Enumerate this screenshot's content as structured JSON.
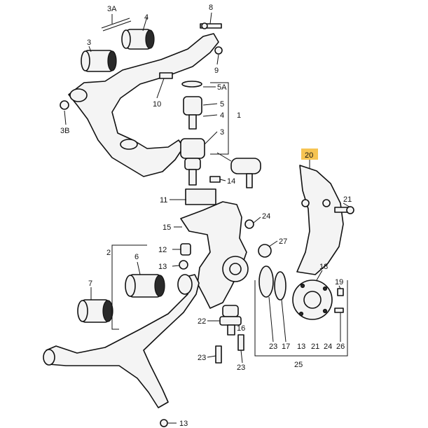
{
  "callouts": {
    "c3a": "3A",
    "c4top": "4",
    "c8": "8",
    "c3left": "3",
    "c9": "9",
    "c5a": "5A",
    "c10": "10",
    "c5": "5",
    "c4mid": "4",
    "c3mid": "3",
    "c1": "1",
    "c3b": "3B",
    "c20": "20",
    "c14": "14",
    "c11": "11",
    "c21a": "21",
    "c24": "24",
    "c15": "15",
    "c27": "27",
    "c2": "2",
    "c12": "12",
    "c6": "6",
    "c13a": "13",
    "c18": "18",
    "c7": "7",
    "c19": "19",
    "c22": "22",
    "c16": "16",
    "c23a": "23",
    "c17": "17",
    "c13b": "13",
    "c21b": "21",
    "c24b": "24",
    "c26": "26",
    "c23b": "23",
    "c23c": "23",
    "c25": "25",
    "c13c": "13"
  },
  "highlight": {
    "callout": "20",
    "color": "#f6c453"
  }
}
